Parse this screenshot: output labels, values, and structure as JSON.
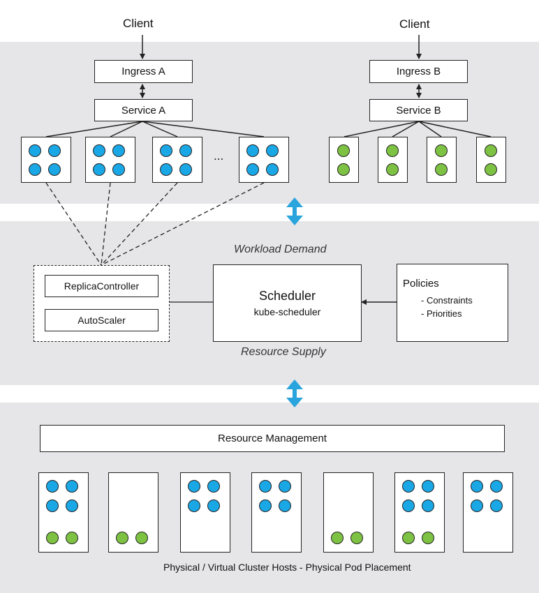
{
  "colors": {
    "band": "#e6e6e8",
    "pod_blue": "#1aa7e6",
    "pod_green": "#7dc242",
    "arrow": "#2aa4dc"
  },
  "top": {
    "client_a": "Client",
    "client_b": "Client",
    "ingress_a": "Ingress A",
    "service_a": "Service A",
    "ingress_b": "Ingress B",
    "service_b": "Service B",
    "ellipsis": "...",
    "service_a_pods": [
      4,
      4,
      4,
      4
    ],
    "service_b_pods": [
      2,
      2,
      2,
      2
    ]
  },
  "middle": {
    "workload_demand": "Workload Demand",
    "resource_supply": "Resource Supply",
    "replica_controller": "ReplicaController",
    "autoscaler": "AutoScaler",
    "scheduler_title": "Scheduler",
    "scheduler_subtitle": "kube-scheduler",
    "policies_title": "Policies",
    "policies_items": [
      "- Constraints",
      "- Priorities"
    ]
  },
  "bottom": {
    "resource_management": "Resource Management",
    "caption": "Physical / Virtual Cluster Hosts - Physical Pod Placement",
    "hosts": [
      {
        "blue": 4,
        "green": 2
      },
      {
        "blue": 0,
        "green": 2
      },
      {
        "blue": 4,
        "green": 0
      },
      {
        "blue": 4,
        "green": 0
      },
      {
        "blue": 0,
        "green": 2
      },
      {
        "blue": 4,
        "green": 2
      },
      {
        "blue": 4,
        "green": 0
      }
    ]
  }
}
